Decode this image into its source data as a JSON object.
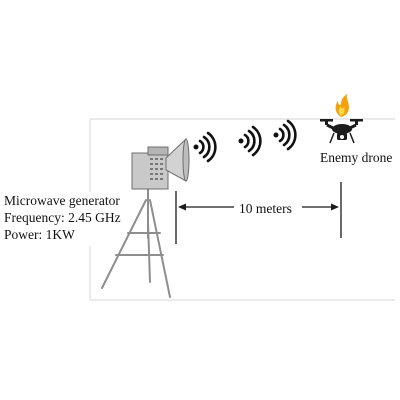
{
  "generator": {
    "name": "Microwave generator",
    "frequency": "Frequency: 2.45 GHz",
    "power": "Power: 1KW"
  },
  "target": {
    "name": "Enemy drone"
  },
  "distance": {
    "label": "10 meters"
  },
  "icons": {
    "source": "microwave-generator-icon",
    "tripod": "tripod-icon",
    "waves": "wireless-signal-icon",
    "drone": "drone-icon",
    "flame": "flame-icon"
  },
  "colors": {
    "line": "#1a1a1a",
    "frame": "#d6d6d6",
    "device": "#c9c9c9",
    "flame_outer": "#f2a20c",
    "flame_inner": "#ffd54a"
  }
}
